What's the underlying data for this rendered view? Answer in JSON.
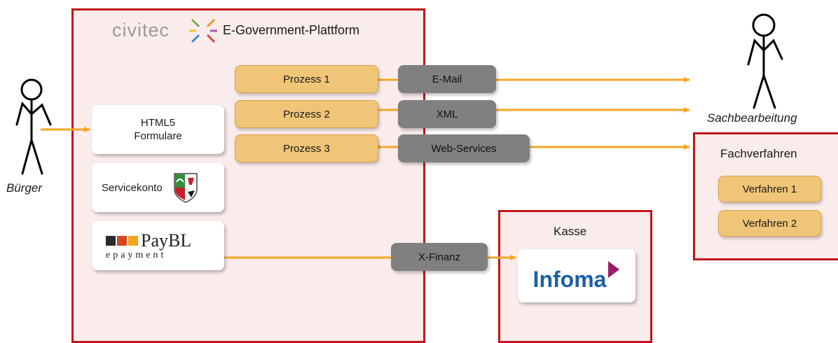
{
  "platform": {
    "logo_text": "civitec",
    "title": "E-Government-Plattform"
  },
  "actors": {
    "citizen": "Bürger",
    "clerk": "Sachbearbeitung"
  },
  "left_column": {
    "forms_line1": "HTML5",
    "forms_line2": "Formulare",
    "servicekonto": "Servicekonto",
    "paybl_main": "PayBL",
    "paybl_sub": "epayment"
  },
  "processes": [
    "Prozess 1",
    "Prozess 2",
    "Prozess 3"
  ],
  "channels": {
    "email": "E-Mail",
    "xml": "XML",
    "webservices": "Web-Services",
    "xfinanz": "X-Finanz"
  },
  "kasse": {
    "title": "Kasse",
    "logo_text": "Infoma"
  },
  "fachverfahren": {
    "title": "Fachverfahren",
    "items": [
      "Verfahren 1",
      "Verfahren 2"
    ]
  },
  "colors": {
    "frame_border": "#c0161c",
    "frame_fill": "#fbecec",
    "arrow": "#f5a623",
    "process_fill": "#f0c577",
    "channel_fill": "#808080",
    "infoma_blue": "#1c5fa8",
    "infoma_accent": "#9a1b67"
  }
}
